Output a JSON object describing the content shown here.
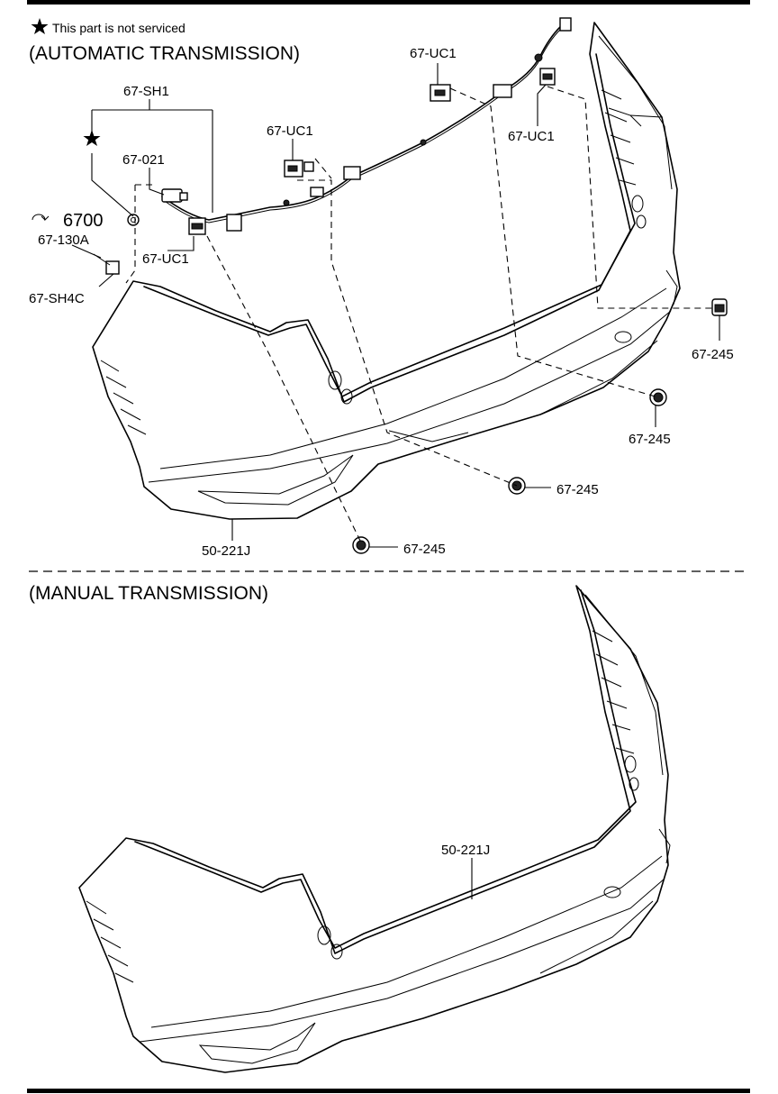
{
  "legend": {
    "star_note": "This part is not serviced"
  },
  "sections": {
    "automatic": "(AUTOMATIC TRANSMISSION)",
    "manual": "(MANUAL TRANSMISSION)"
  },
  "callouts": {
    "sh1": "67-SH1",
    "p021": "67-021",
    "uc1_a": "67-UC1",
    "uc1_b": "67-UC1",
    "uc1_c": "67-UC1",
    "uc1_d": "67-UC1",
    "code_6700": "6700",
    "p130a": "67-130A",
    "sh4c": "67-SH4C",
    "p245_a": "67-245",
    "p245_b": "67-245",
    "p245_c": "67-245",
    "p245_d": "67-245",
    "bumper_auto": "50-221J",
    "bumper_manual": "50-221J"
  }
}
